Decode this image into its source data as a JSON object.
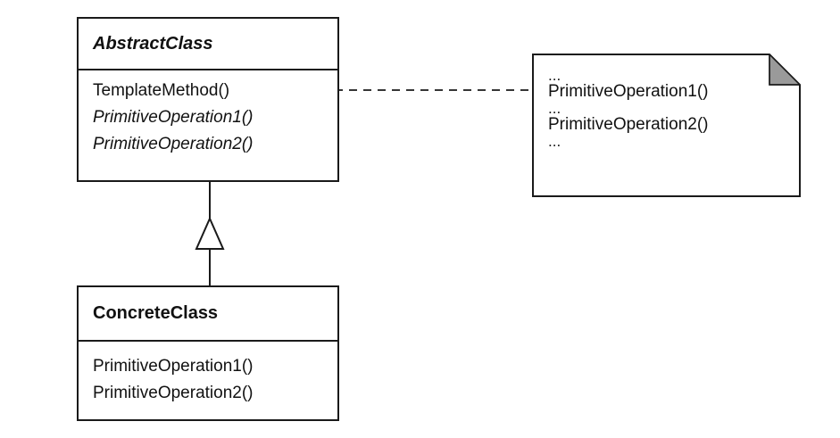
{
  "abstract_class": {
    "name": "AbstractClass",
    "operations": [
      "TemplateMethod()",
      "PrimitiveOperation1()",
      "PrimitiveOperation2()"
    ]
  },
  "concrete_class": {
    "name": "ConcreteClass",
    "operations": [
      "PrimitiveOperation1()",
      "PrimitiveOperation2()"
    ]
  },
  "note": {
    "lines": [
      "...",
      "PrimitiveOperation1()",
      "...",
      "PrimitiveOperation2()",
      "..."
    ]
  }
}
